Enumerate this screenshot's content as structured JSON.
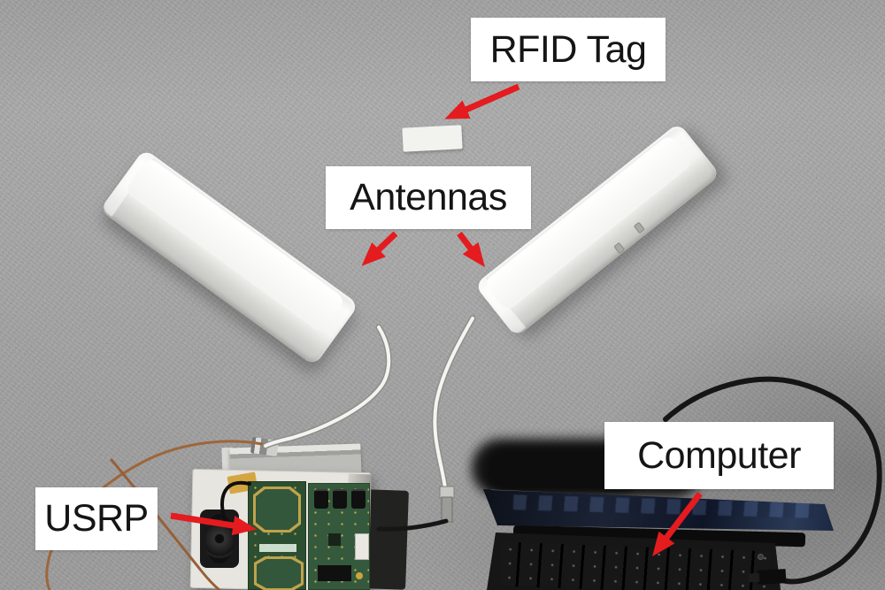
{
  "scene": {
    "type": "annotated-photograph",
    "setting": "RFID localization testbed on gray fabric surface",
    "background_color": "#9d9d9d",
    "objects": [
      "rfid-tag",
      "antenna-left",
      "antenna-right",
      "usrp-device",
      "laptop-computer",
      "coax-cables"
    ],
    "annotations": {
      "box_bg": "#ffffff",
      "text_color": "#151515",
      "arrow_color": "#e41b1f",
      "labels": [
        {
          "id": "rfid_tag",
          "text": "RFID Tag"
        },
        {
          "id": "antennas",
          "text": "Antennas"
        },
        {
          "id": "usrp",
          "text": "USRP"
        },
        {
          "id": "computer",
          "text": "Computer"
        }
      ]
    }
  }
}
